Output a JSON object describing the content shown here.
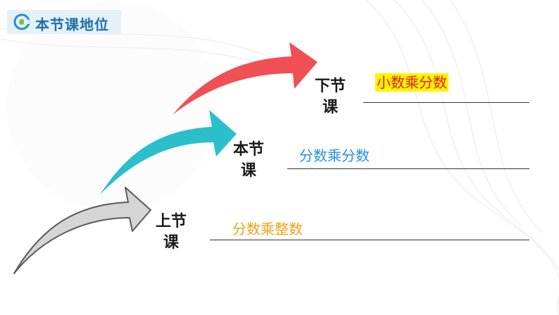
{
  "header": {
    "title": "本节课地位"
  },
  "stages": [
    {
      "label": "下节课",
      "topic": "小数乘分数"
    },
    {
      "label": "本节课",
      "topic": "分数乘分数"
    },
    {
      "label": "上节课",
      "topic": "分数乘整数"
    }
  ],
  "colors": {
    "title_bar": "#e4f1f7",
    "title_text": "#1f6fa8",
    "arrow_next": "#ef4f55",
    "arrow_current": "#2bbfcc",
    "arrow_previous": "#d5d5d5",
    "topic_next_highlight": "#fff200",
    "topic_next_text": "#e0201f",
    "topic_current_text": "#2a8fd6",
    "topic_previous_text": "#e8a41b"
  },
  "icons": [
    "logo-icon"
  ]
}
